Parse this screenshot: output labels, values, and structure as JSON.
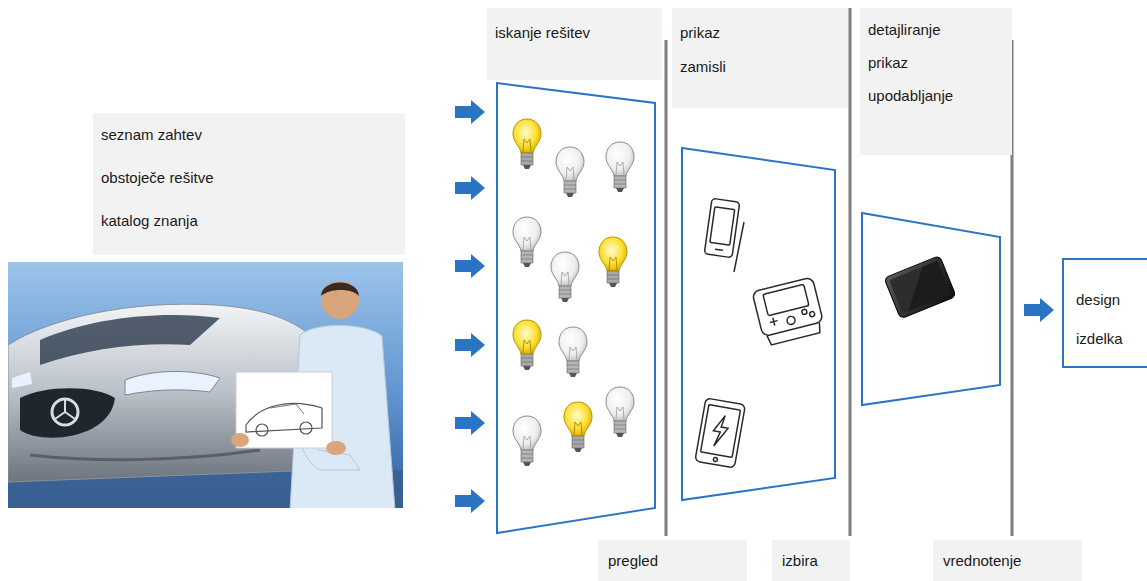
{
  "diagram": {
    "nodes": [
      {
        "text": [
          "seznam zahtev",
          "obstoječe rešitve",
          "katalog znanja"
        ]
      },
      {
        "text": [
          "iskanje rešitev"
        ]
      },
      {
        "text": [
          "prikaz zamisli"
        ]
      },
      {
        "text": [
          "detajliranje",
          "prikaz",
          "upodabljanje"
        ]
      },
      {
        "text": [
          "design izdelka"
        ]
      },
      {
        "text": [
          "pregled"
        ]
      },
      {
        "text": [
          "izbira"
        ]
      },
      {
        "text": [
          "vrednotenje"
        ]
      }
    ]
  }
}
